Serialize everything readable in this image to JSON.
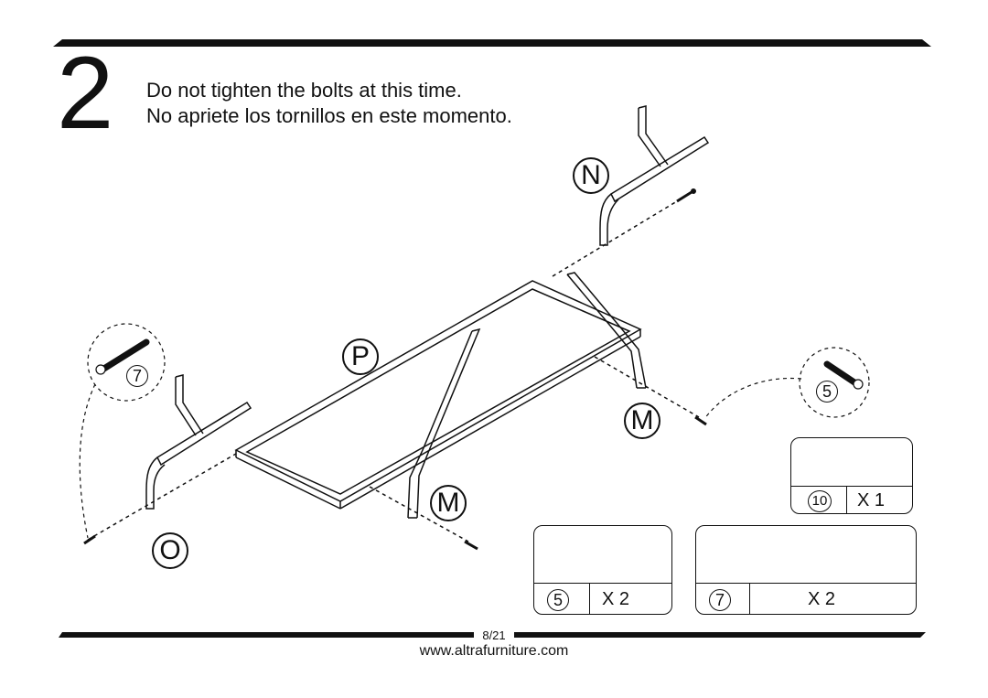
{
  "step": {
    "number": "2"
  },
  "instructions": {
    "english": "Do not tighten the bolts at this time.",
    "spanish": "No apriete los tornillos en este momento."
  },
  "parts": {
    "N": "N",
    "P": "P",
    "O": "O",
    "M_left": "M",
    "M_right": "M"
  },
  "callouts": {
    "left_bolt_id": "7",
    "right_bolt_id": "5"
  },
  "hardware": {
    "allen_key": {
      "id": "10",
      "qty": "X 1"
    },
    "bolt_short": {
      "id": "5",
      "qty": "X 2"
    },
    "bolt_long": {
      "id": "7",
      "qty": "X 2"
    }
  },
  "footer": {
    "page": "8/21",
    "website": "www.altrafurniture.com"
  }
}
